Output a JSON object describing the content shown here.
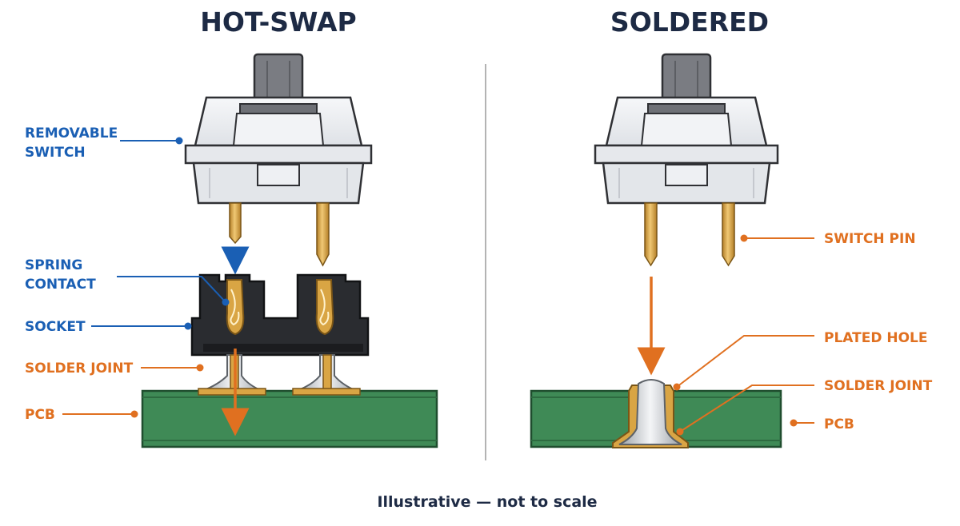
{
  "headings": {
    "left": "HOT-SWAP",
    "right": "SOLDERED"
  },
  "labels": {
    "removable_switch": [
      "REMOVABLE",
      "SWITCH"
    ],
    "spring_contact": [
      "SPRING",
      "CONTACT"
    ],
    "socket": "SOCKET",
    "solder_joint_left": "SOLDER JOINT",
    "pcb_left": "PCB",
    "switch_pin": "SWITCH PIN",
    "plated_hole": "PLATED HOLE",
    "solder_joint_right": "SOLDER JOINT",
    "pcb_right": "PCB"
  },
  "footnote": "Illustrative — not to scale",
  "colors": {
    "callout_blue": "#1a5fb4",
    "callout_orange": "#e07020",
    "pcb_green": "#3f8a56",
    "pcb_outline": "#1f4d2e",
    "pin_gold": "#d9a544",
    "socket_black": "#2a2c30",
    "switch_housing": "#eceef2",
    "stem_gray": "#7a7c82",
    "divider": "#9a9a9a"
  }
}
